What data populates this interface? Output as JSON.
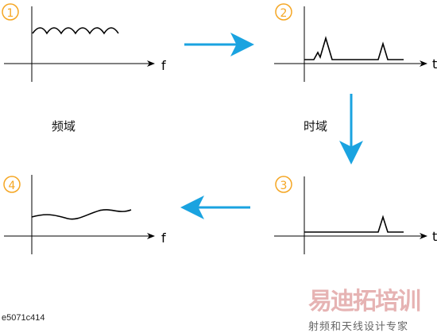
{
  "panels": [
    {
      "number": "1",
      "axis_label": "f"
    },
    {
      "number": "2",
      "axis_label": "t"
    },
    {
      "number": "3",
      "axis_label": "t"
    },
    {
      "number": "4",
      "axis_label": "f"
    }
  ],
  "left_label": "频域",
  "right_label": "时域",
  "figure_id": "e5071c414",
  "watermark": {
    "title": "易迪拓培训",
    "subtitle": "射频和天线设计专家"
  },
  "colors": {
    "badge": "#f5a623",
    "arrow": "#1aa3e0",
    "axis": "#000000",
    "watermark": "#e6b3b3"
  }
}
